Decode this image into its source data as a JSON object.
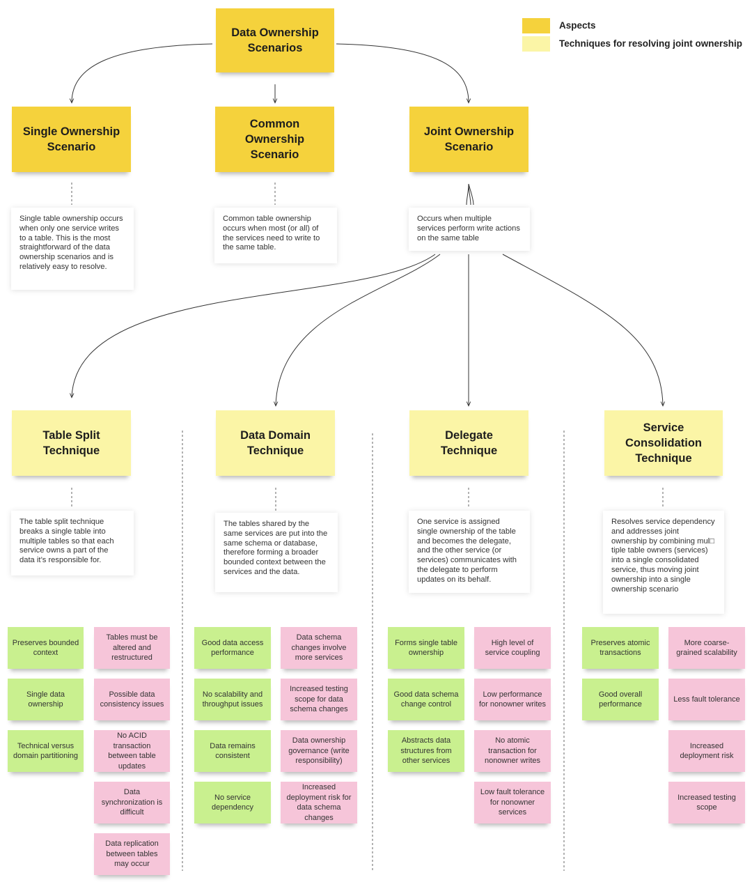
{
  "legend": {
    "aspects": "Aspects",
    "techniques": "Techniques for resolving joint ownership",
    "colors": {
      "aspect": "#f5d23c",
      "technique": "#fbf5a6",
      "pro": "#c9f08f",
      "con": "#f6c5d9"
    }
  },
  "root": {
    "label": "Data Ownership Scenarios"
  },
  "scenarios": [
    {
      "label": "Single Ownership Scenario",
      "desc": "Single table ownership occurs when only one service writes to a table. This is the most straightforward of the data ownership scenarios and is relatively easy to resolve."
    },
    {
      "label": "Common Ownership Scenario",
      "desc": "Common table ownership occurs when most (or all) of the services need to write to the same table."
    },
    {
      "label": "Joint Ownership Scenario",
      "desc": "Occurs when multiple services perform write actions on the same table"
    }
  ],
  "techniques": [
    {
      "label": "Table Split Technique",
      "desc": "The table split technique breaks a single table into multiple tables so that each service owns a part of the data it’s responsible for.",
      "pros": [
        "Preserves bounded context",
        "Single data ownership",
        "Technical versus domain partitioning"
      ],
      "cons": [
        "Tables must be altered and restructured",
        "Possible data consistency issues",
        "No ACID transaction between table updates",
        "Data synchronization is difficult",
        "Data replication between tables may occur"
      ]
    },
    {
      "label": "Data Domain Technique",
      "desc": "The tables shared by the same services are put into the same schema or database, therefore forming a broader bounded context between the services and the data.",
      "pros": [
        "Good data access performance",
        "No scalability and throughput issues",
        "Data remains consistent",
        "No service dependency"
      ],
      "cons": [
        "Data schema changes involve more services",
        "Increased testing scope for data schema changes",
        "Data ownership governance (write responsibility)",
        "Increased deployment risk for data schema changes"
      ]
    },
    {
      "label": "Delegate Technique",
      "desc": "One service is assigned single ownership of the table and becomes the delegate, and the other service (or services) communicates with the delegate to perform updates on its behalf.",
      "pros": [
        "Forms single table ownership",
        "Good data schema change control",
        "Abstracts data structures from other services"
      ],
      "cons": [
        "High level of service coupling",
        "Low performance for nonowner writes",
        "No atomic transaction for nonowner writes",
        "Low fault tolerance for nonowner services"
      ]
    },
    {
      "label": "Service Consolidation Technique",
      "desc": "Resolves service dependency and addresses joint ownership by combining mul□ tiple table owners (services) into a single consolidated service, thus moving joint ownership into a single ownership scenario",
      "pros": [
        "Preserves atomic transactions",
        "Good overall performance"
      ],
      "cons": [
        "More coarse-grained scalability",
        "Less fault tolerance",
        "Increased deployment risk",
        "Increased testing scope"
      ]
    }
  ]
}
